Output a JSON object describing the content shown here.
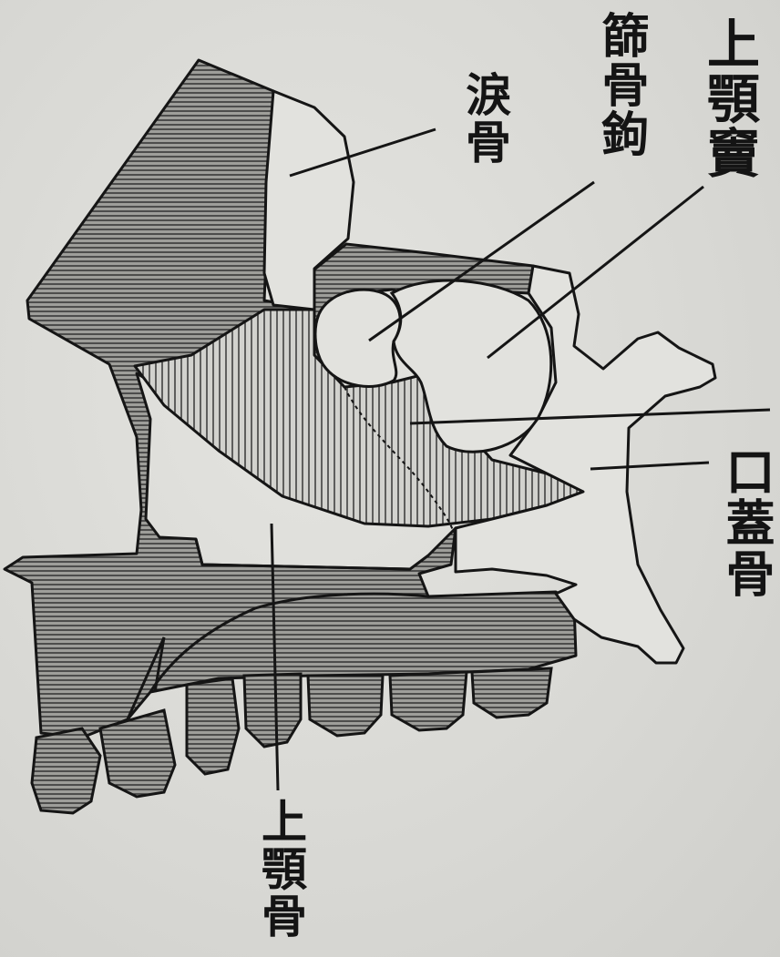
{
  "labels": {
    "lacrimal": "淚骨",
    "ethmoid_hook": "篩骨鉤",
    "maxillary_sinus": "上顎竇",
    "palatine": "口蓋骨",
    "maxilla": "上顎骨"
  }
}
